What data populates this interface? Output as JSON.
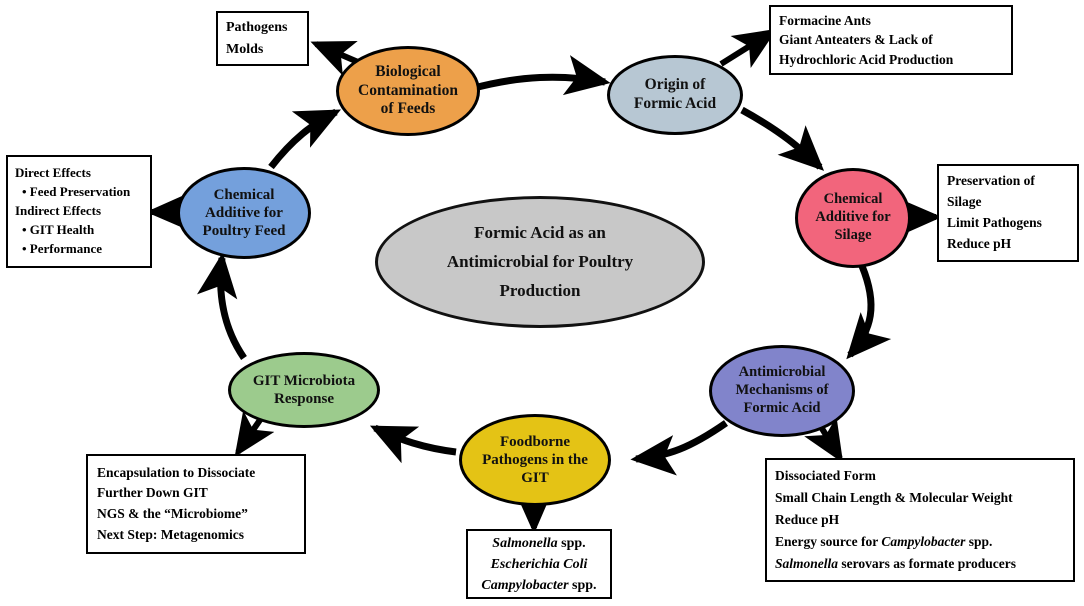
{
  "diagram": {
    "title": "Formic Acid as an Antimicrobial for Poultry Production",
    "center": {
      "lines": [
        "Formic Acid as an",
        "Antimicrobial for Poultry",
        "Production"
      ],
      "color": "#C8C8C8"
    },
    "nodes": [
      {
        "id": "biological-contamination",
        "lines": [
          "Biological",
          "Contamination",
          "of Feeds"
        ],
        "color": "#EDA04A"
      },
      {
        "id": "origin-formic-acid",
        "lines": [
          "Origin  of",
          "Formic Acid"
        ],
        "color": "#B7C7D3"
      },
      {
        "id": "chemical-additive-silage",
        "lines": [
          "Chemical",
          "Additive  for",
          "Silage"
        ],
        "color": "#F2657C"
      },
      {
        "id": "antimicrobial-mechanisms",
        "lines": [
          "Antimicrobial",
          "Mechanisms  of",
          "Formic Acid"
        ],
        "color": "#8184CB"
      },
      {
        "id": "foodborne-pathogens",
        "lines": [
          "Foodborne",
          "Pathogens in the",
          "GIT"
        ],
        "color": "#E4C315"
      },
      {
        "id": "git-microbiota",
        "lines": [
          "GIT  Microbiota",
          "Response"
        ],
        "color": "#9CCB8D"
      },
      {
        "id": "chemical-additive-poultry-feed",
        "lines": [
          "Chemical",
          "Additive  for",
          "Poultry Feed"
        ],
        "color": "#74A0DC"
      }
    ],
    "boxes": [
      {
        "id": "pathogens-molds-box",
        "align": "left",
        "lines": [
          {
            "text": "Pathogens",
            "style": "plain"
          },
          {
            "text": "Molds",
            "style": "plain"
          }
        ]
      },
      {
        "id": "origin-details-box",
        "align": "left",
        "lines": [
          {
            "text": "Formacine Ants",
            "style": "plain"
          },
          {
            "text": "Giant Anteaters & Lack of",
            "style": "plain"
          },
          {
            "text": "Hydrochloric Acid Production",
            "style": "plain"
          }
        ]
      },
      {
        "id": "silage-effects-box",
        "align": "left",
        "lines": [
          {
            "text": "Preservation of",
            "style": "plain"
          },
          {
            "text": "Silage",
            "style": "plain"
          },
          {
            "text": "Limit Pathogens",
            "style": "plain"
          },
          {
            "text": "Reduce pH",
            "style": "plain"
          }
        ]
      },
      {
        "id": "mechanisms-details-box",
        "align": "left",
        "lines": [
          {
            "text": "Dissociated Form",
            "style": "plain"
          },
          {
            "text": "Small Chain Length & Molecular Weight",
            "style": "plain"
          },
          {
            "text": "Reduce pH",
            "style": "plain"
          },
          {
            "text": "Energy source for ",
            "italic_tail": "Campylobacter",
            "tail": " spp.",
            "style": "mixed"
          },
          {
            "text": "",
            "italic_head": "Salmonella",
            "head_tail": " serovars as formate producers",
            "style": "mixed-head"
          }
        ]
      },
      {
        "id": "foodborne-pathogens-box",
        "align": "center",
        "lines": [
          {
            "italic_head": "Salmonella",
            "head_tail": " spp.",
            "style": "mixed-head"
          },
          {
            "italic_head": "Escherichia Coli",
            "head_tail": "",
            "style": "mixed-head"
          },
          {
            "italic_head": "Campylobacter",
            "head_tail": " spp.",
            "style": "mixed-head"
          }
        ]
      },
      {
        "id": "git-microbiota-box",
        "align": "left",
        "lines": [
          {
            "text": "Encapsulation to Dissociate",
            "style": "plain"
          },
          {
            "text": "Further Down GIT",
            "style": "plain"
          },
          {
            "text": "NGS & the “Microbiome”",
            "style": "plain"
          },
          {
            "text": "Next Step: Metagenomics",
            "style": "plain"
          }
        ]
      },
      {
        "id": "poultry-feed-effects-box",
        "align": "left",
        "lines": [
          {
            "text": "Direct Effects",
            "style": "plain"
          },
          {
            "text": "• Feed Preservation",
            "style": "bullet"
          },
          {
            "text": "Indirect Effects",
            "style": "plain"
          },
          {
            "text": "• GIT Health",
            "style": "bullet"
          },
          {
            "text": "• Performance",
            "style": "bullet"
          }
        ]
      }
    ]
  }
}
